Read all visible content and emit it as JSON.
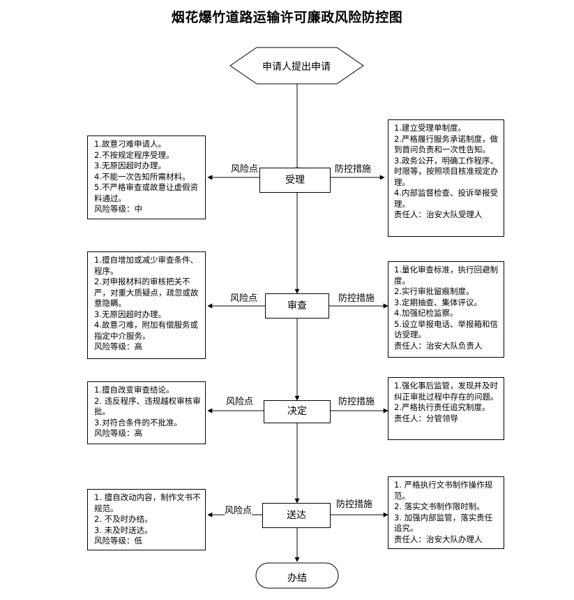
{
  "title": "烟花爆竹道路运输许可廉政风险防控图",
  "start": "申请人提出申请",
  "end": "办结",
  "risk_label": "风险点",
  "control_label": "防控措施",
  "steps": [
    {
      "name": "受理",
      "risks": [
        "1.故意刁难申请人。",
        "2.不按规定程序受理。",
        "3.无原因超时办理。",
        "4.不能一次告知所需材料。",
        "5.不严格审查或故意让虚假资料通过。",
        "风险等级：中"
      ],
      "controls": [
        "1.建立受理单制度。",
        "2.严格履行服务承诺制度，做到首问负责和一次性告知。",
        "3.政务公开，明确工作程序、时限等，按照项目核准规定办理。",
        "4.内部监督检查、投诉举报受理。",
        "责任人：治安大队受理人"
      ]
    },
    {
      "name": "审查",
      "risks": [
        "1.擅自增加或减少审查条件、程序。",
        "2.对申报材料的审核把关不严，对重大质疑点，疏忽或故意隐瞒。",
        "3.无原因超时办理。",
        "4.故意刁难，附加有偿服务或指定中介服务。",
        "风险等级：高"
      ],
      "controls": [
        "1.量化审查标准，执行回避制度。",
        "2.实行审批留痕制度。",
        "3.定期抽查、集体评议。",
        "4.加强纪检监察。",
        "5.设立举报电话、举报箱和信访受理。",
        "责任人：治安大队负责人"
      ]
    },
    {
      "name": "决定",
      "risks": [
        "1.擅自改变审查结论。",
        "2. 违反程序、违规越权审核审批。",
        "3.对符合条件的不批准。",
        "风险等级：高"
      ],
      "controls": [
        "1.强化事后监管，发现并及时纠正审批过程中存在的问题。",
        "2.严格执行责任追究制度。",
        "责任人：分管领导"
      ]
    },
    {
      "name": "送达",
      "risks": [
        "1. 擅自改动内容，制作文书不规范。",
        "2. 不及时办结。",
        "3. 未及时送达。",
        "风险等级：低"
      ],
      "controls": [
        "1. 严格执行文书制作操作规范。",
        "2. 落实文书制作限时制。",
        "3. 加强内部监管，落实责任追究。",
        "责任人：治安大队办理人"
      ]
    }
  ]
}
